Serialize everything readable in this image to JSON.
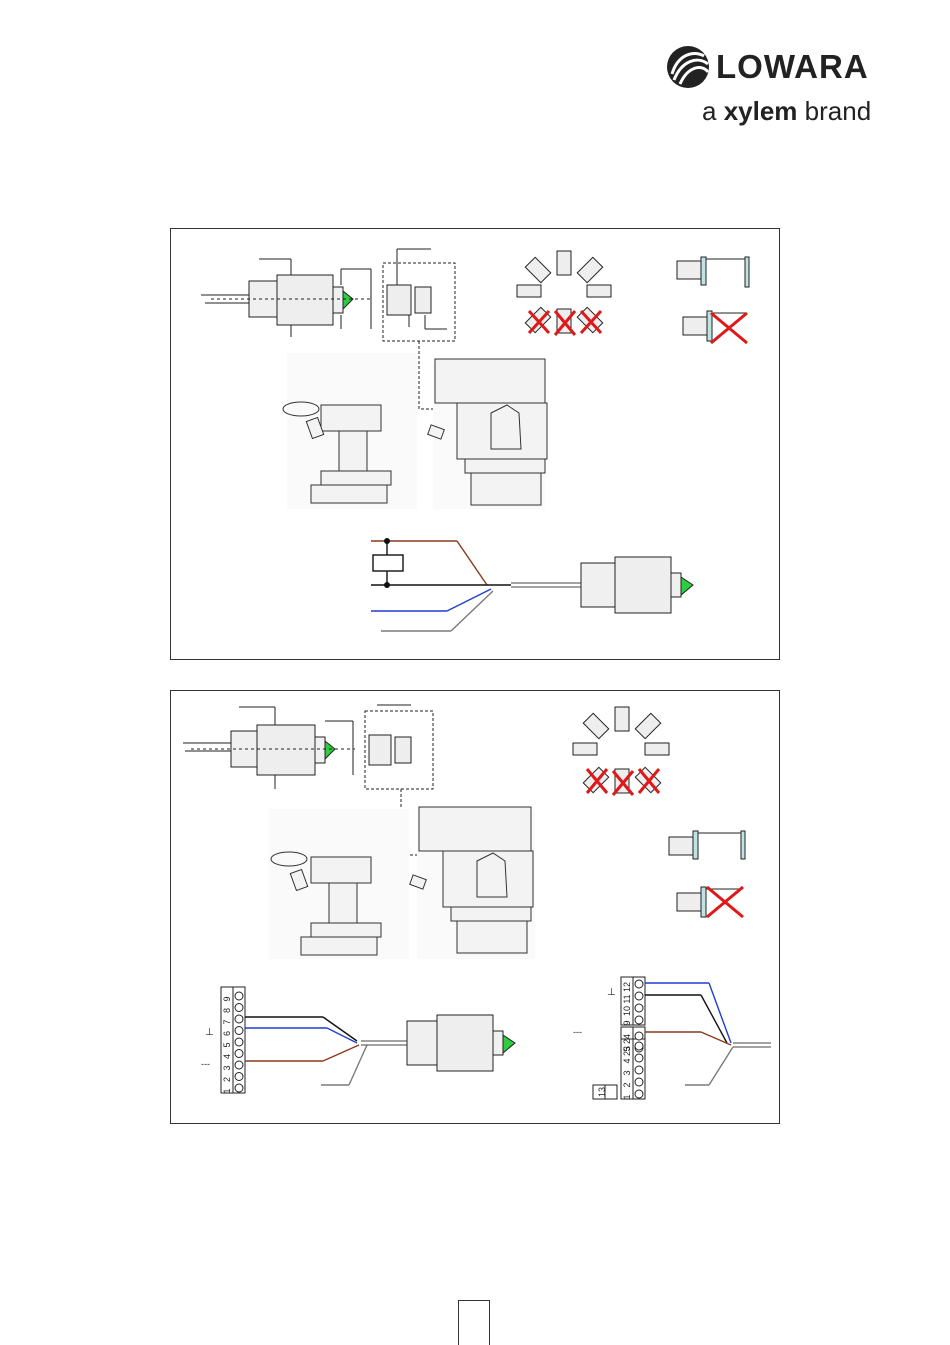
{
  "brand": {
    "name": "LOWARA",
    "tagline_prefix": "a",
    "tagline_brand": "xylem",
    "tagline_suffix": "brand"
  },
  "figures": {
    "top": {
      "terminal_numbers": []
    },
    "bottom": {
      "left_terminal_numbers": [
        "1",
        "2",
        "3",
        "4",
        "5",
        "6",
        "7",
        "8",
        "9"
      ],
      "right_terminal_top_numbers": [
        "9",
        "10",
        "11",
        "12"
      ],
      "right_terminal_mid_numbers": [
        "23",
        "24"
      ],
      "right_terminal_low_numbers": [
        "1",
        "2",
        "3",
        "4",
        "5"
      ],
      "right_terminal_single": "13",
      "ground_symbol": "⊥",
      "dc_symbol": "---"
    }
  },
  "colors": {
    "brown": "#8b3a1a",
    "blue": "#1f3fd0",
    "black": "#111111",
    "grey": "#7a7a7a",
    "red_cross": "#e01818",
    "green_tip": "#2ecc40",
    "sensor_fill": "#f0f0f0",
    "teal_plate": "#bfe3e3"
  }
}
